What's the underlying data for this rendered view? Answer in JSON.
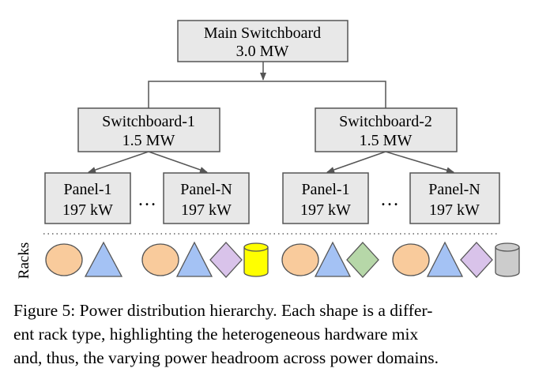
{
  "diagram": {
    "main": {
      "name": "Main Switchboard",
      "power": "3.0 MW"
    },
    "switchboards": [
      {
        "name": "Switchboard-1",
        "power": "1.5 MW"
      },
      {
        "name": "Switchboard-2",
        "power": "1.5 MW"
      }
    ],
    "panels": [
      {
        "name": "Panel-1",
        "power": "197 kW"
      },
      {
        "name": "Panel-N",
        "power": "197 kW"
      },
      {
        "name": "Panel-1",
        "power": "197 kW"
      },
      {
        "name": "Panel-N",
        "power": "197 kW"
      }
    ],
    "ellipsis": "…",
    "racks_label": "Racks",
    "rack_groups": [
      [
        "circle",
        "triangle"
      ],
      [
        "circle",
        "triangle",
        "diamond",
        "cylinder"
      ],
      [
        "circle",
        "triangle",
        "diamond"
      ],
      [
        "circle",
        "triangle",
        "diamond",
        "cylinder"
      ]
    ],
    "colors": {
      "box_fill": "#e8e8e8",
      "box_stroke": "#555555",
      "circle": "#f9cb9c",
      "triangle": "#a4c2f4",
      "diamond_lilac": "#d9c3ea",
      "diamond_green": "#b6d7a8",
      "cylinder_yellow": "#ffff00",
      "cylinder_gray": "#cccccc"
    }
  },
  "caption": {
    "line1": "Figure 5: Power distribution hierarchy. Each shape is a differ-",
    "line2": "ent rack type, highlighting the heterogeneous hardware mix",
    "line3": "and, thus, the varying power headroom across power domains."
  }
}
